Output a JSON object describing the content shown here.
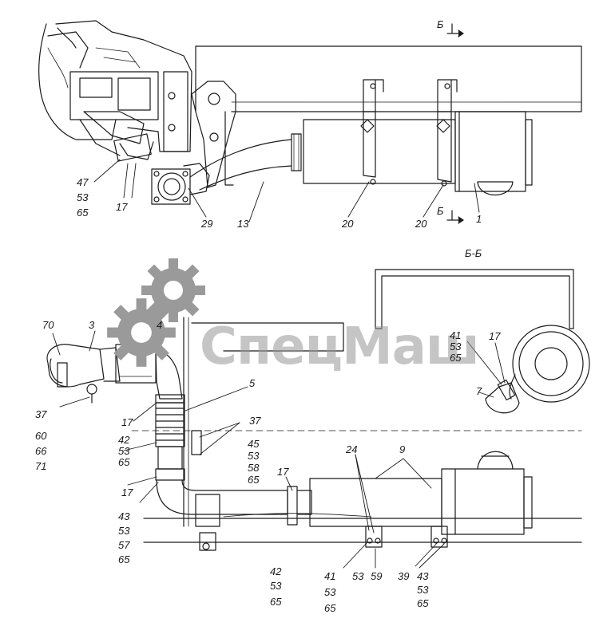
{
  "watermark": {
    "text": "СпецМаш"
  },
  "section": {
    "mark": "Б",
    "title": "Б-Б"
  },
  "callouts": {
    "c47": "47",
    "c53a": "53",
    "c65a": "65",
    "c17a": "17",
    "c29": "29",
    "c13": "13",
    "c20a": "20",
    "c20b": "20",
    "c1": "1",
    "cB_top": "Б",
    "cB_bot": "Б",
    "c70": "70",
    "c3": "3",
    "c4": "4",
    "c5": "5",
    "c37a": "37",
    "c60": "60",
    "c66": "66",
    "c71": "71",
    "c17b": "17",
    "c42a": "42",
    "c53b": "53",
    "c65b": "65",
    "c37b": "37",
    "c45": "45",
    "c53c": "53",
    "c58": "58",
    "c65c": "65",
    "c17c": "17",
    "c43a": "43",
    "c53d": "53",
    "c57": "57",
    "c65d": "65",
    "c17d": "17",
    "c42b": "42",
    "c53e": "53",
    "c65e": "65",
    "c24": "24",
    "c9": "9",
    "c41a": "41",
    "c53f": "53",
    "c65f": "65",
    "c53g": "53",
    "c59": "59",
    "c39": "39",
    "c43b": "43",
    "c53h": "53",
    "c65g": "65",
    "c41b": "41",
    "c53i": "53",
    "c65h": "65",
    "c17e": "17",
    "c7": "7"
  },
  "colors": {
    "ink": "#1a1a1a",
    "watermark": "#969696"
  }
}
